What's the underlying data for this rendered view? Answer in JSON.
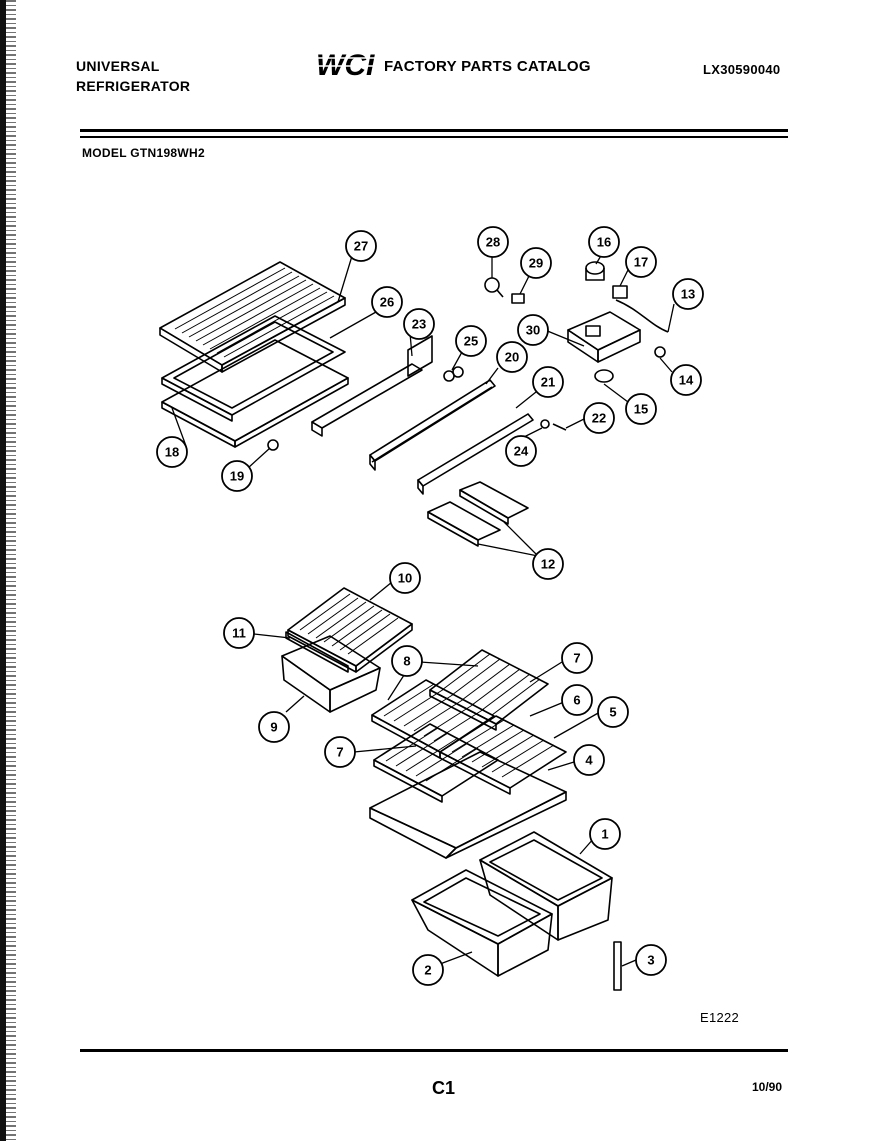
{
  "header": {
    "company_line1": "UNIVERSAL",
    "company_line2": "REFRIGERATOR",
    "logo_text": "WCI",
    "catalog_title": "FACTORY PARTS CATALOG",
    "catalog_code": "LX30590040",
    "model_label": "MODEL GTN198WH2"
  },
  "diagram": {
    "code": "E1222",
    "callouts": [
      "27",
      "26",
      "23",
      "25",
      "20",
      "21",
      "22",
      "24",
      "18",
      "19",
      "28",
      "29",
      "16",
      "17",
      "13",
      "30",
      "14",
      "15",
      "12",
      "10",
      "11",
      "9",
      "8",
      "7",
      "6",
      "5",
      "4",
      "1",
      "2",
      "3"
    ]
  },
  "footer": {
    "page": "C1",
    "date": "10/90"
  }
}
